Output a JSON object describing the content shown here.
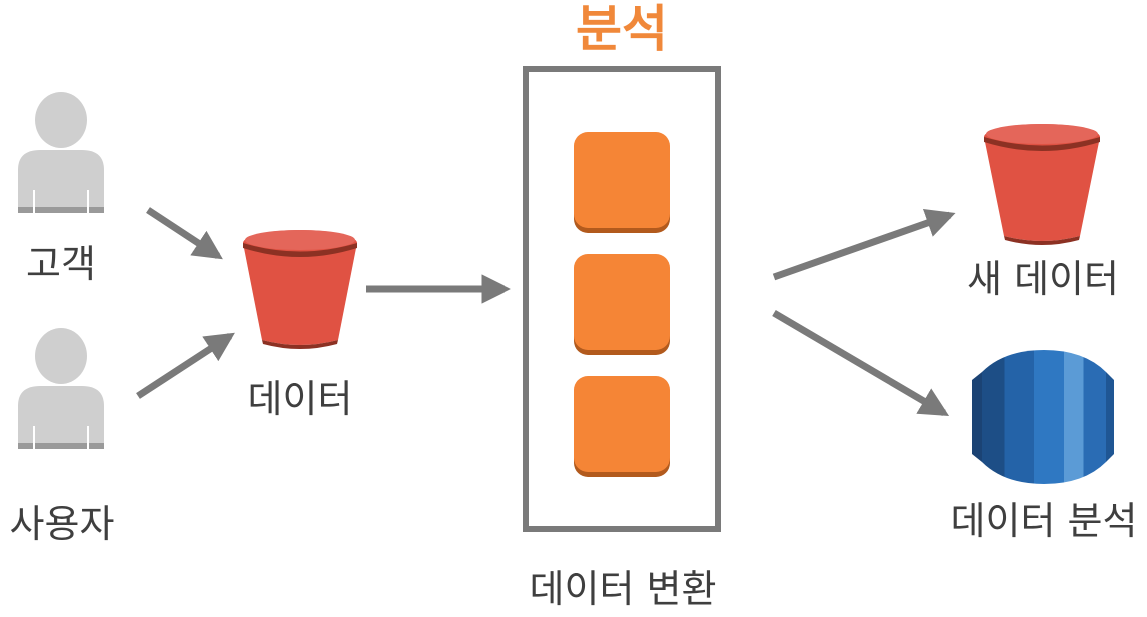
{
  "title": "분석",
  "labels": {
    "customer": "고객",
    "user": "사용자",
    "data": "데이터",
    "transform": "데이터 변환",
    "new_data": "새 데이터",
    "data_analysis": "데이터 분석"
  },
  "colors": {
    "title_orange": "#f0883a",
    "block_orange": "#f58536",
    "bucket_red": "#e05243",
    "db_blue": "#2e73b8",
    "person_gray": "#cfcfcf",
    "arrow_gray": "#7a7a7a",
    "box_stroke": "#7a7a7a"
  },
  "icons": [
    "person-icon",
    "bucket-icon",
    "compute-block-icon",
    "database-icon"
  ]
}
